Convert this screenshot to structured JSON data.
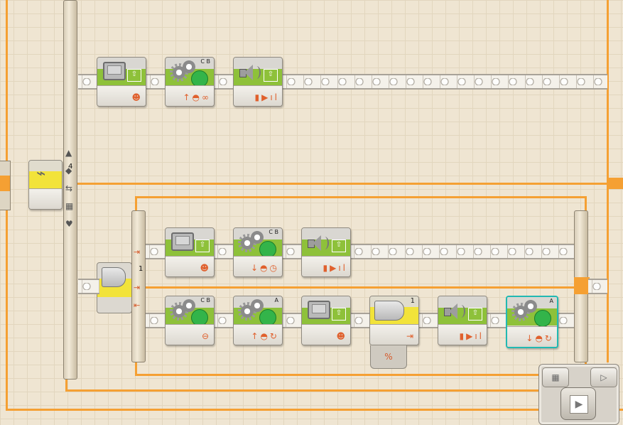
{
  "canvas": {
    "accent_wire": "#f5a033",
    "grid_bg": "#efe5d2",
    "block_green": "#8ec13a",
    "block_yellow": "#f2e33a",
    "selected_outline": "#21b9b2"
  },
  "loop_switch": {
    "port_count": "4",
    "icon": "bluetooth-receive-icon"
  },
  "top_sequence": [
    {
      "name": "display-block",
      "icon": "monitor-icon",
      "port_label": "",
      "ports": "☻"
    },
    {
      "name": "move-block",
      "icon": "gears-icon",
      "port_label": "C B",
      "ports": "↑◓∞"
    },
    {
      "name": "sound-block",
      "icon": "speaker-icon",
      "port_label": "",
      "ports": "▮▶ıl"
    }
  ],
  "switch_block": {
    "case_number": "1",
    "upper_branch": [
      {
        "name": "display-block",
        "icon": "monitor-icon",
        "port_label": "",
        "ports": "☻"
      },
      {
        "name": "move-block",
        "icon": "gears-icon",
        "port_label": "C B",
        "ports": "↓◓◷"
      },
      {
        "name": "sound-block",
        "icon": "speaker-icon",
        "port_label": "",
        "ports": "▮▶ıl"
      }
    ],
    "lower_branch": [
      {
        "name": "move-block",
        "icon": "gears-icon",
        "port_label": "C B",
        "ports": "⊖"
      },
      {
        "name": "move-block",
        "icon": "gears-icon",
        "port_label": "A",
        "ports": "↑◓↻"
      },
      {
        "name": "display-block",
        "icon": "monitor-icon",
        "port_label": "",
        "ports": "☻"
      },
      {
        "name": "wait-touch-block",
        "icon": "touch-sensor-icon",
        "port_label": "1",
        "ports": "⇥"
      },
      {
        "name": "sound-block",
        "icon": "speaker-icon",
        "port_label": "",
        "ports": "▮▶ıl"
      },
      {
        "name": "move-block",
        "icon": "gears-icon",
        "port_label": "A",
        "ports": "↓◓↻"
      }
    ],
    "wait_card": "%"
  },
  "control_panel": {
    "play_symbol": "▶",
    "small_play_symbol": "▷",
    "grid_symbol": "▦"
  }
}
